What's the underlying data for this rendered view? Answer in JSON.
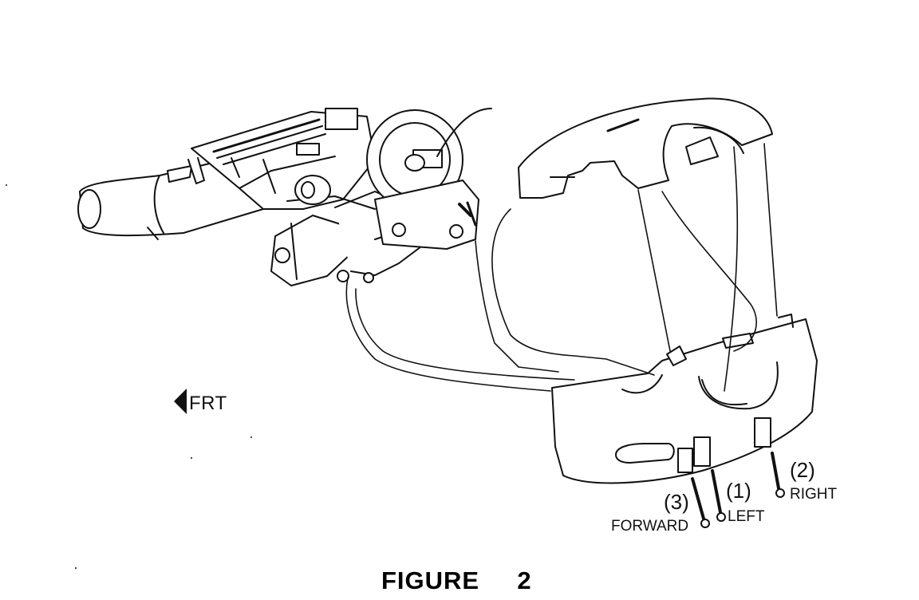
{
  "caption": "FIGURE  2",
  "direction_marker": {
    "label": "FRT",
    "icon": "left-arrow-icon"
  },
  "fasteners": [
    {
      "number": "(1)",
      "name": "LEFT"
    },
    {
      "number": "(2)",
      "name": "RIGHT"
    },
    {
      "number": "(3)",
      "name": "FORWARD"
    }
  ]
}
